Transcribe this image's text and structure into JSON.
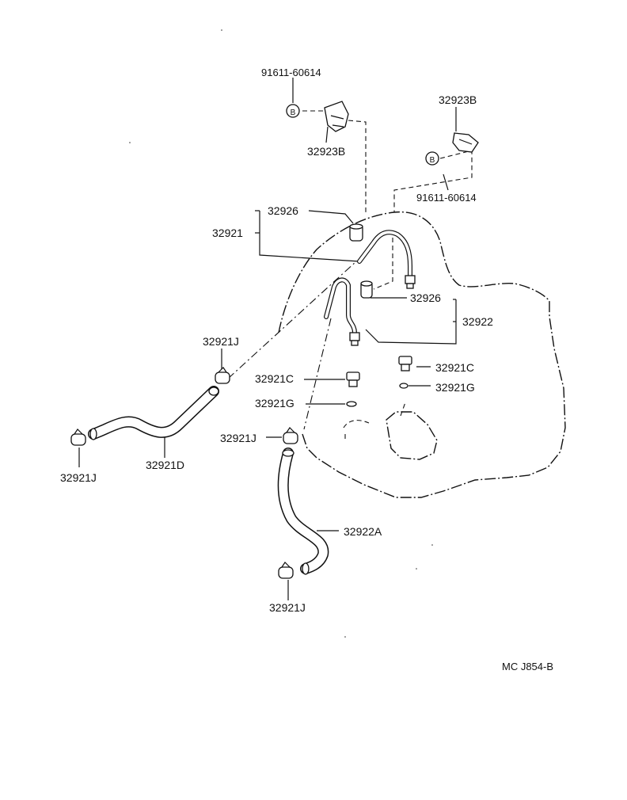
{
  "labels": {
    "bolt_top_left": "91611-60614",
    "bolt_right": "91611-60614",
    "clamp_top_right": "32923B",
    "clamp_top_left": "32923B",
    "pipe_assy_upper": "32921",
    "pipe_assy_lower": "32922",
    "grommet_upper": "32926",
    "grommet_lower": "32926",
    "union_right": "32921C",
    "union_left": "32921C",
    "gasket_right": "32921G",
    "gasket_left": "32921G",
    "clip_upper_left": "32921J",
    "clip_far_left": "32921J",
    "clip_center": "32921J",
    "clip_bottom": "32921J",
    "hose_left": "32921D",
    "hose_bottom": "32922A",
    "diagram_code": "MC J854-B"
  },
  "marker_letter": "B"
}
